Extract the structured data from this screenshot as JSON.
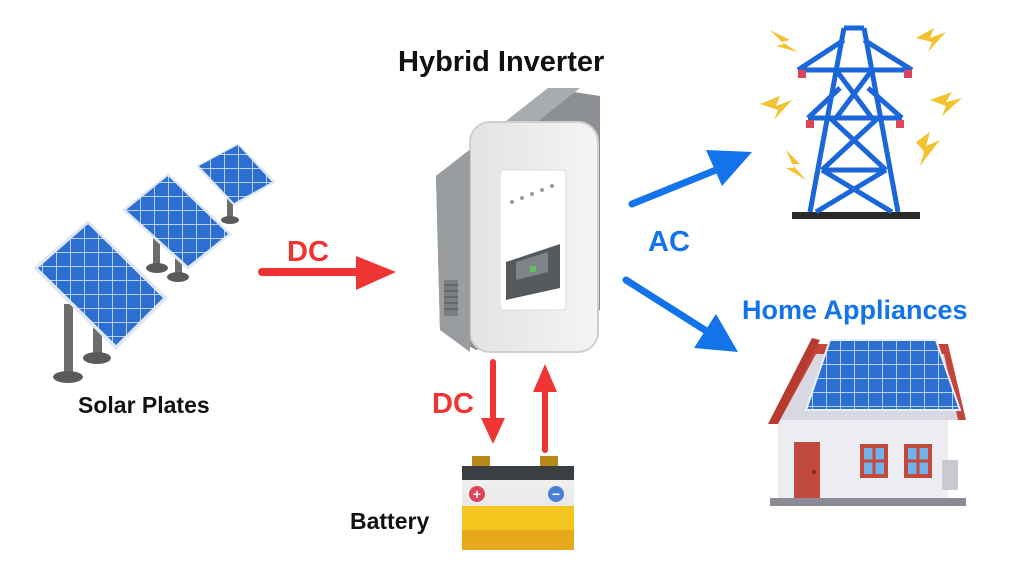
{
  "title": "Hybrid Inverter",
  "labels": {
    "solar": "Solar Plates",
    "battery": "Battery",
    "home": "Home Appliances",
    "dc_solar": "DC",
    "dc_battery": "DC",
    "ac": "AC"
  },
  "battery_terminals": {
    "positive": "+",
    "negative": "−"
  },
  "colors": {
    "dc": "#ef3434",
    "ac": "#1273eb",
    "title": "#111111",
    "panel": "#2c6fd1",
    "tower": "#1b66d9",
    "spark": "#f2c230",
    "battery_fill": "#f5c51f",
    "roof": "#c4453a",
    "door": "#c14a3c"
  }
}
